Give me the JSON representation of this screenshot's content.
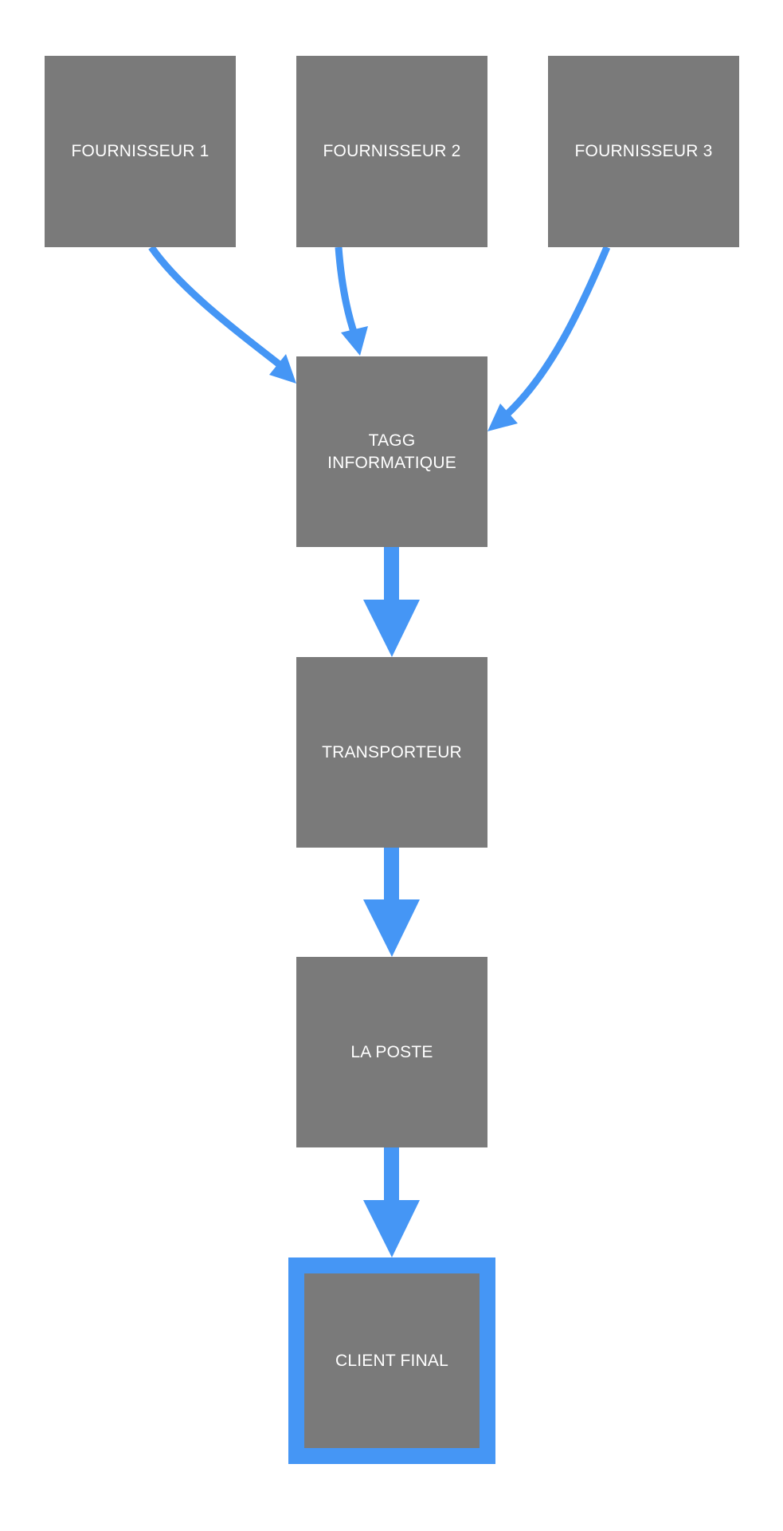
{
  "diagram": {
    "arrow_color": "#4596f5",
    "box_color": "#7a7a7a",
    "text_color": "#ffffff",
    "nodes": {
      "fournisseur_1": "FOURNISSEUR 1",
      "fournisseur_2": "FOURNISSEUR 2",
      "fournisseur_3": "FOURNISSEUR 3",
      "tagg_line1": "TAGG",
      "tagg_line2": "INFORMATIQUE",
      "transporteur": "TRANSPORTEUR",
      "la_poste": "LA POSTE",
      "client_final": "CLIENT FINAL"
    },
    "edges": [
      {
        "from": "FOURNISSEUR 1",
        "to": "TAGG INFORMATIQUE"
      },
      {
        "from": "FOURNISSEUR 2",
        "to": "TAGG INFORMATIQUE"
      },
      {
        "from": "FOURNISSEUR 3",
        "to": "TAGG INFORMATIQUE"
      },
      {
        "from": "TAGG INFORMATIQUE",
        "to": "TRANSPORTEUR"
      },
      {
        "from": "TRANSPORTEUR",
        "to": "LA POSTE"
      },
      {
        "from": "LA POSTE",
        "to": "CLIENT FINAL"
      }
    ]
  }
}
